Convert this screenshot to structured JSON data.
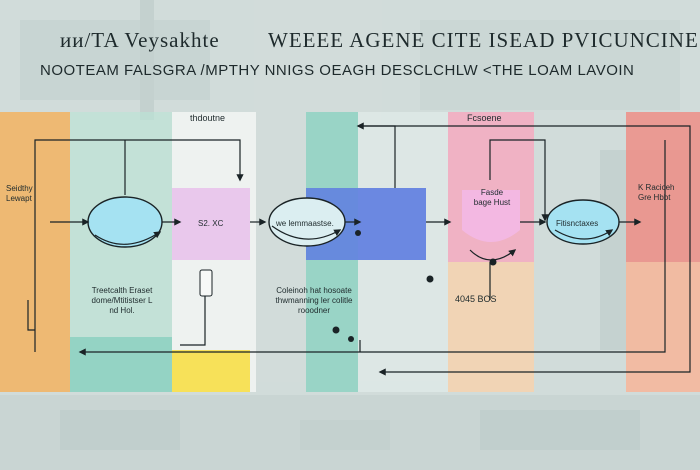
{
  "header": {
    "title_script": "ᴎᴎ/TA Veysakhte",
    "title_rest": "WEEEE AGENE  CITE ISEAD  PVICUNCINES PIFAM",
    "subtitle": "NOOTEAM FALSGRA /MPTHY  NNIGS   OEAGH  DESCLCHLW  <THE   LOAM  LAVOIN"
  },
  "columns": [
    {
      "heading": ""
    },
    {
      "heading": ""
    },
    {
      "heading": "thdoutne"
    },
    {
      "heading": ""
    },
    {
      "heading": ""
    },
    {
      "heading": ""
    },
    {
      "heading": "Fcsoene"
    },
    {
      "heading": ""
    }
  ],
  "nodes": {
    "left_label": "Seidthy\nLewapt",
    "oval_1_text": "",
    "rect_pink_text": "S2. XC",
    "oval_2_text": "we lemmaastse.",
    "pink_node_text": "Fasde\nbage Hust",
    "oval_3_text": "Fitisnctaxes",
    "right_label": "K Raciceh\nGre Hbbt"
  },
  "notes": {
    "col2_note": "Treetcalth Eraset\ndome/Mtitistser L\nnd Hol.",
    "col5_note": "Coleinoh hat hosoate\nthwmanning ler colitle\nrooodner",
    "col7_note": "4045 BOS"
  },
  "colors": {
    "orange": "#f3b360",
    "mint": "#b9e4d6",
    "white": "#f7f9f7",
    "teal": "#8fd2c2",
    "blue": "#5e7de0",
    "pink": "#f6aabf",
    "peach": "#f7d2ae",
    "coral": "#ee8e86",
    "lavender": "#e9c8ec",
    "yellow": "#f7e159",
    "cyan": "#a5e2f2",
    "line": "#1a2326"
  }
}
